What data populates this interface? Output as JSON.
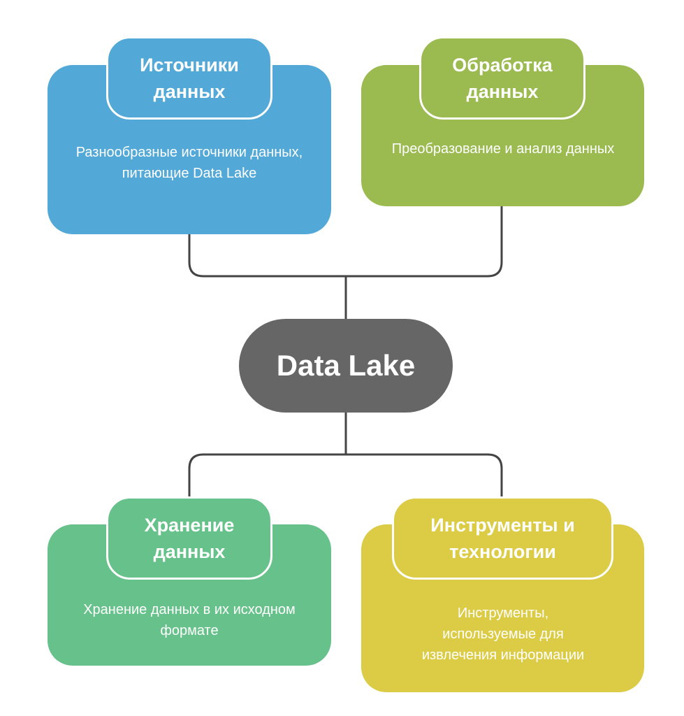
{
  "center": {
    "label": "Data Lake",
    "color": "#666666"
  },
  "nodes": [
    {
      "title": "Источники данных",
      "description": "Разнообразные источники данных, питающие Data Lake",
      "color": "#52a8d6"
    },
    {
      "title": "Обработка данных",
      "description": "Преобразование и анализ данных",
      "color": "#9bbb50"
    },
    {
      "title": "Хранение данных",
      "description": "Хранение данных в их исходном формате",
      "color": "#66c28a"
    },
    {
      "title": "Инструменты и технологии",
      "description": "Инструменты, используемые для извлечения информации",
      "color": "#dccb45"
    }
  ],
  "connector_color": "#444444"
}
